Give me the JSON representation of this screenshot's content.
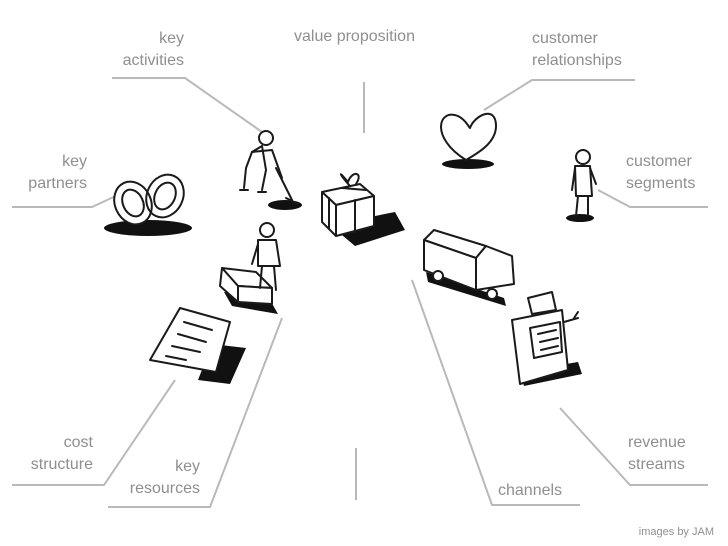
{
  "labels": {
    "key_activities": [
      "key",
      "activities"
    ],
    "value_proposition": [
      "value proposition"
    ],
    "customer_relationships": [
      "customer",
      "relationships"
    ],
    "key_partners": [
      "key",
      "partners"
    ],
    "customer_segments": [
      "customer",
      "segments"
    ],
    "cost_structure": [
      "cost",
      "structure"
    ],
    "key_resources": [
      "key",
      "resources"
    ],
    "channels": [
      "channels"
    ],
    "revenue_streams": [
      "revenue",
      "streams"
    ]
  },
  "credit": "images by JAM",
  "icons": {
    "key_activities": "digging-person-icon",
    "value_proposition": "gift-box-icon",
    "customer_relationships": "heart-icon",
    "key_partners": "linked-rings-icon",
    "customer_segments": "standing-person-icon",
    "key_resources": "person-with-cart-icon",
    "cost_structure": "receipt-paper-icon",
    "channels": "delivery-truck-icon",
    "revenue_streams": "cash-register-icon"
  },
  "colors": {
    "label": "#8f8f8f",
    "leader": "#b9b9b9",
    "ink": "#1a1a1a"
  }
}
